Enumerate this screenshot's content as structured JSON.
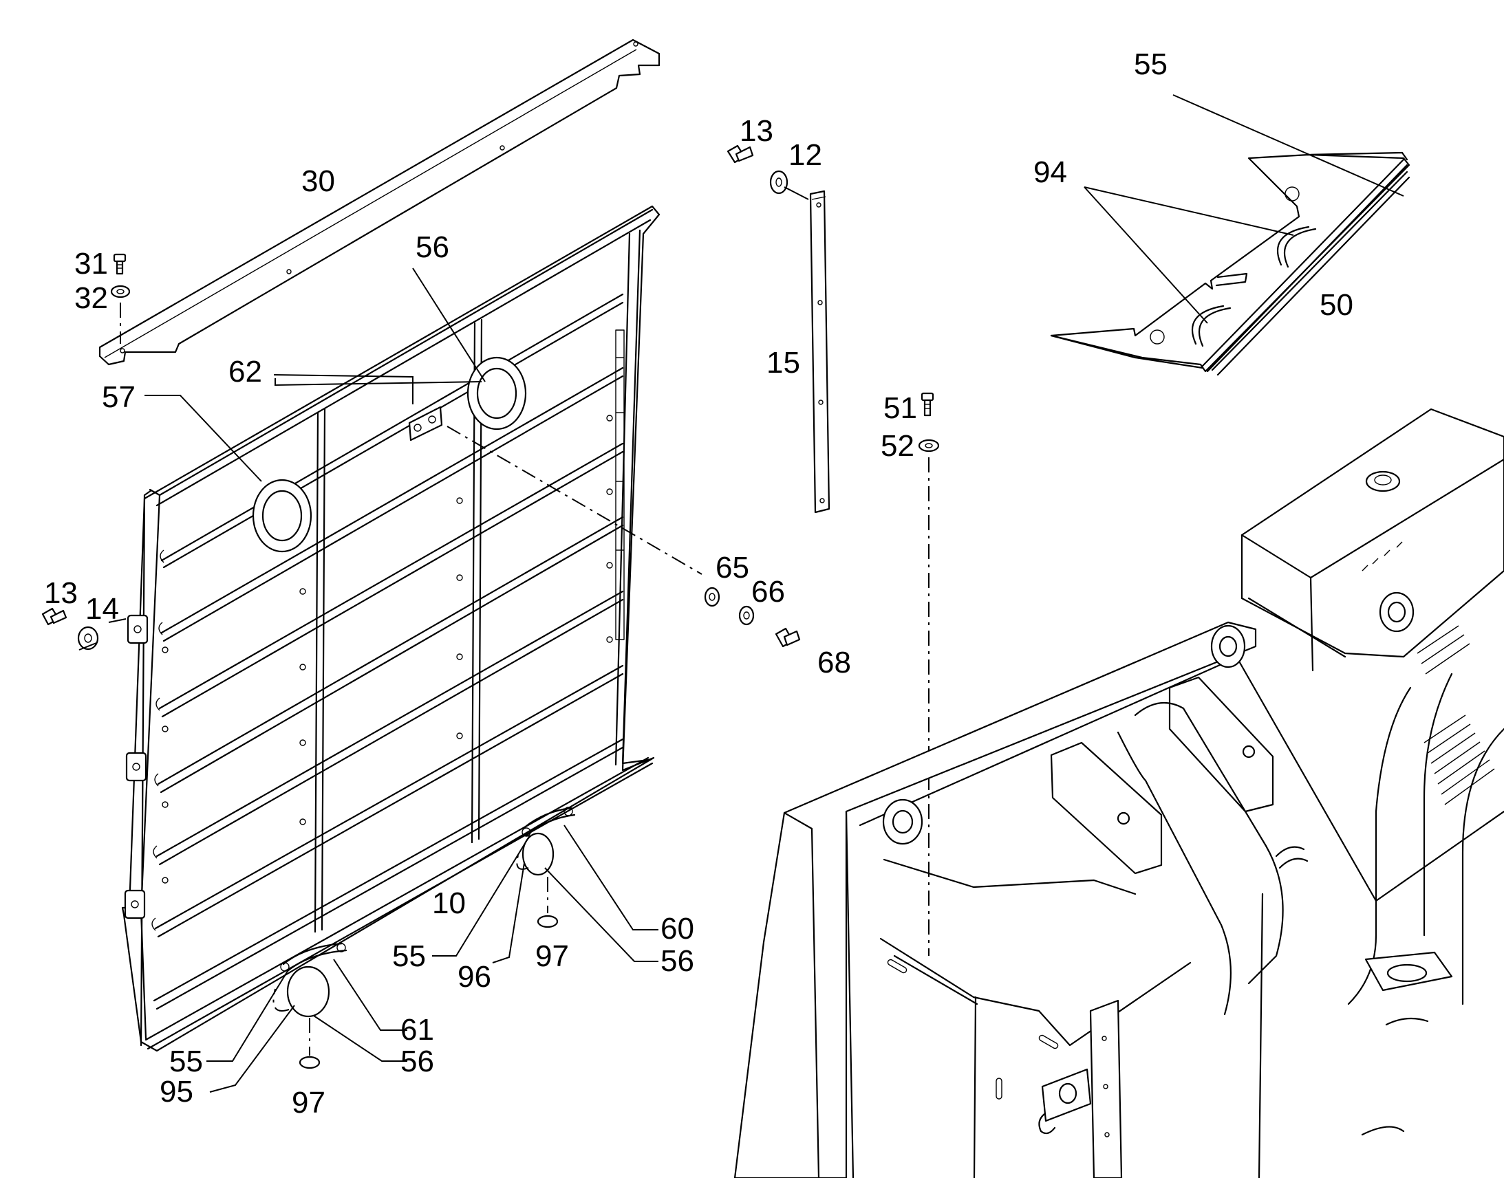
{
  "callouts": {
    "c30": "30",
    "c31": "31",
    "c32": "32",
    "c56_top": "56",
    "c62": "62",
    "c57": "57",
    "c13_left": "13",
    "c14": "14",
    "c10": "10",
    "c55_mid": "55",
    "c96": "96",
    "c97_mid": "97",
    "c60": "60",
    "c56_mid": "56",
    "c61": "61",
    "c55_bot": "55",
    "c56_bot": "56",
    "c95": "95",
    "c97_bot": "97",
    "c13_top": "13",
    "c12": "12",
    "c15": "15",
    "c65": "65",
    "c66": "66",
    "c68": "68",
    "c51": "51",
    "c52": "52",
    "c55_top": "55",
    "c94": "94",
    "c50": "50"
  }
}
